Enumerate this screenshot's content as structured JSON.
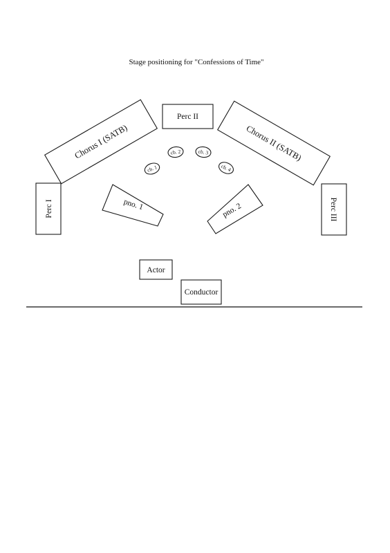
{
  "title": "Stage positioning for \"Confessions of Time\"",
  "positions": {
    "perc_i": "Perc I",
    "perc_ii": "Perc II",
    "perc_iii": "Perc III",
    "chorus_i": "Chorus I (SATB)",
    "chorus_ii": "Chorus II (SATB)",
    "cb1": "cb. 1",
    "cb2": "cb. 2",
    "cb3": "cb. 3",
    "cb4": "cb. 4",
    "pno1": "pno. 1",
    "pno2": "pno. 2",
    "actor": "Actor",
    "conductor": "Conductor"
  }
}
